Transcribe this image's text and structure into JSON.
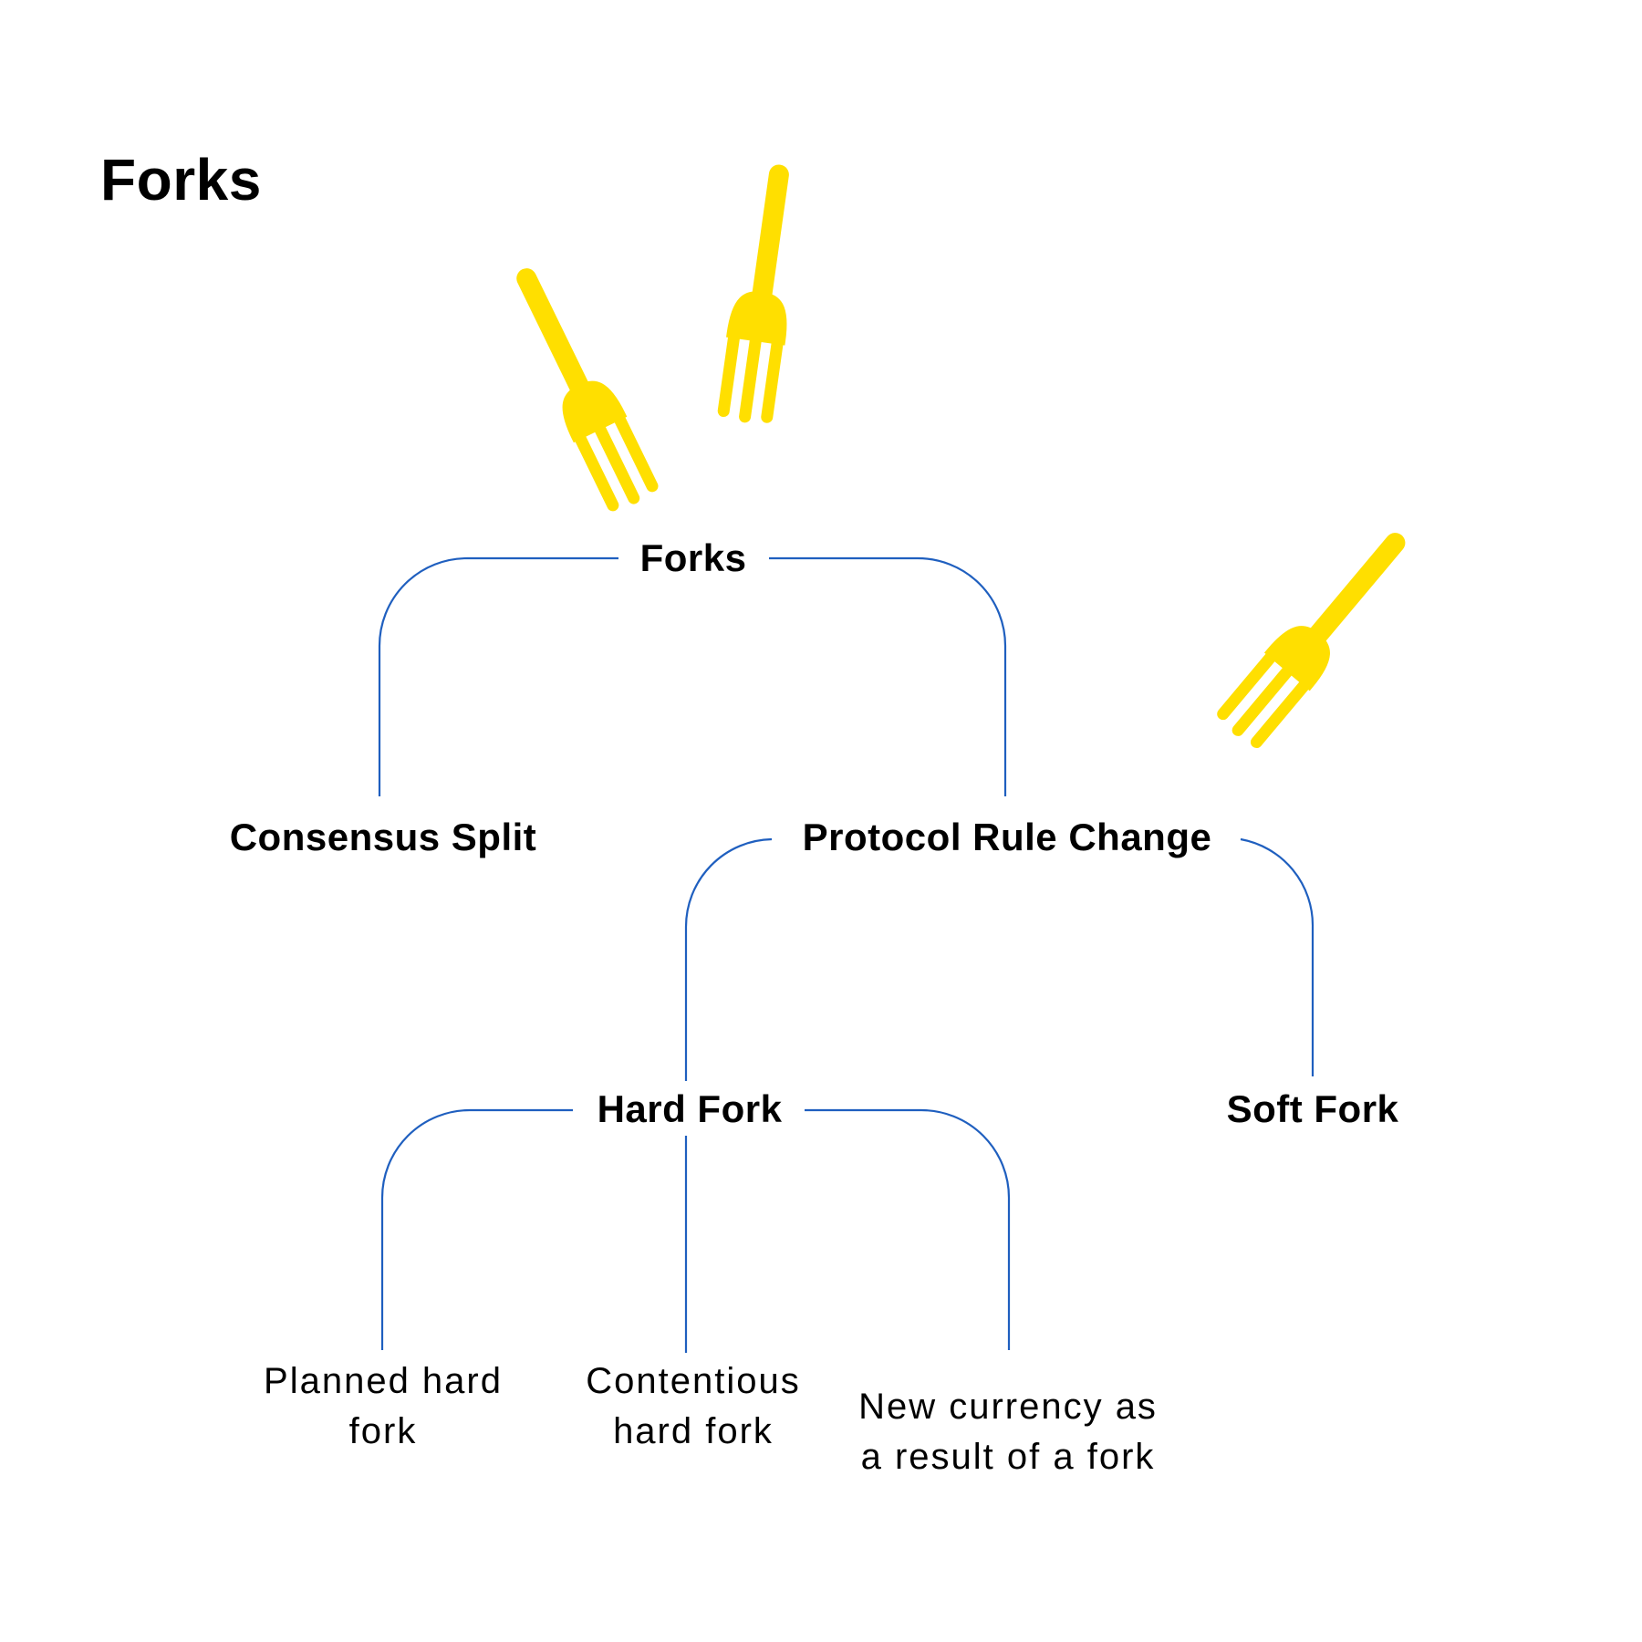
{
  "title": "Forks",
  "colors": {
    "line": "#1f5fbf",
    "fork": "#ffdf00",
    "text": "#000000",
    "background": "#ffffff"
  },
  "tree": {
    "root": "Forks",
    "consensus_split": "Consensus Split",
    "protocol_rule_change": "Protocol Rule Change",
    "hard_fork": "Hard Fork",
    "soft_fork": "Soft Fork",
    "planned_hard_fork": "Planned hard fork",
    "contentious_hard_fork": "Contentious hard fork",
    "new_currency": "New currency as a result of a fork"
  },
  "decorations": {
    "icon": "fork-icon"
  }
}
